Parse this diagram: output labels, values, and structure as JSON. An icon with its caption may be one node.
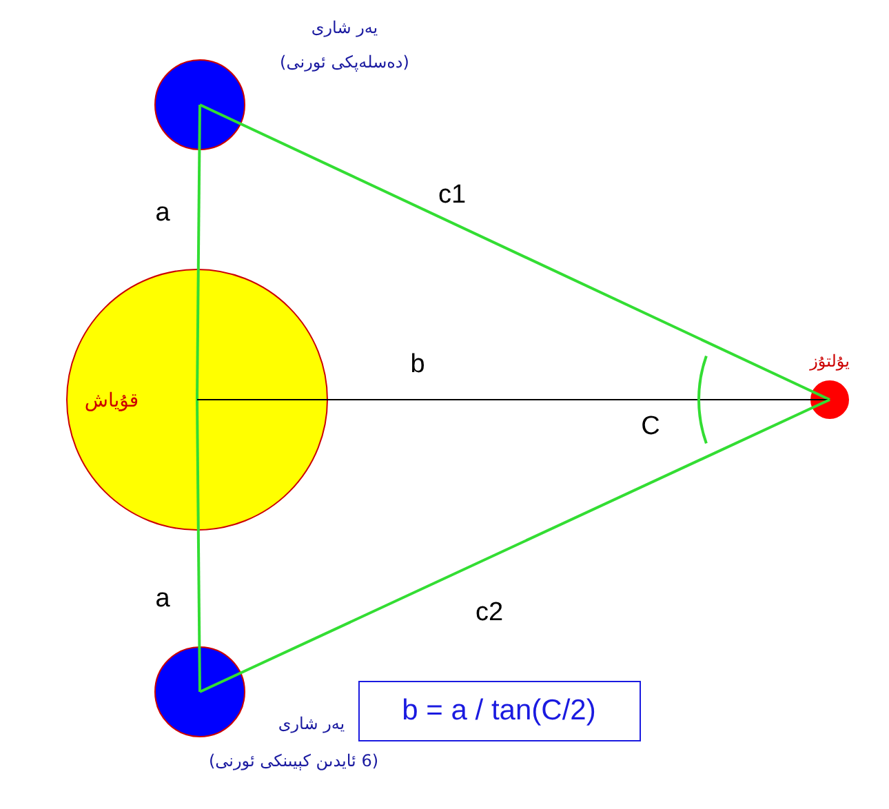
{
  "diagram": {
    "nodes": [
      {
        "text": [],
        "shape": "circle",
        "beside": [
          "يەر شارى",
          "(دەسلەپكى ئورنى)"
        ]
      },
      {
        "text": [
          "قۇياش"
        ]
      },
      {
        "text": [],
        "shape": "circle",
        "beside": [
          "يۇلتۇز"
        ]
      },
      {
        "text": [],
        "shape": "circle",
        "beside": [
          "يەر شارى",
          "(6 ئايدىن كېيىنكى ئورنى)"
        ]
      },
      {
        "text": [
          "b = a / tan(C/2)"
        ]
      }
    ],
    "edges": [
      {
        "from": 0,
        "to": 1,
        "arrow": "none",
        "label": "a"
      },
      {
        "from": 1,
        "to": 3,
        "arrow": "none",
        "label": "a"
      },
      {
        "from": 0,
        "to": 2,
        "arrow": "none",
        "label": "c1"
      },
      {
        "from": 1,
        "to": 2,
        "arrow": "none",
        "label": "b",
        "color": "#000000"
      },
      {
        "from": 3,
        "to": 2,
        "arrow": "none",
        "label": "c2"
      }
    ],
    "labels": [
      "C"
    ]
  }
}
